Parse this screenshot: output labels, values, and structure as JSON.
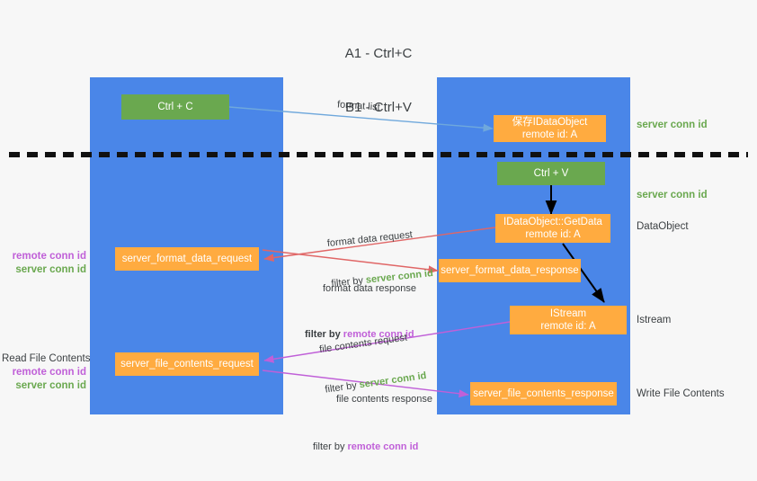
{
  "title": {
    "line1": "A1 - Ctrl+C",
    "line2": "B1 - Ctrl+V"
  },
  "columns": [
    {
      "name": "A1",
      "role": "remote"
    },
    {
      "name": "B1",
      "role": "connection"
    }
  ],
  "colors": {
    "lane": "#4a86e8",
    "green_box": "#6aa84f",
    "orange_box": "#ffab40",
    "server_conn_id": "#6aa84f",
    "remote_conn_id": "#c060d8",
    "arrow_format_list": "#6fa8dc",
    "arrow_format_data": "#e06666",
    "arrow_file_contents": "#c060d8",
    "arrow_internal": "#000000"
  },
  "boxes": {
    "ctrl_c": {
      "label": "Ctrl + C"
    },
    "ctrl_v": {
      "label": "Ctrl + V"
    },
    "save_idataobject": {
      "line1": "保存IDataObject",
      "line2": "remote id: A"
    },
    "getdata": {
      "line1": "IDataObject::GetData",
      "line2": "remote id: A"
    },
    "istream": {
      "line1": "IStream",
      "line2": "remote id: A"
    },
    "server_format_data_request": {
      "label": "server_format_data_request"
    },
    "server_format_data_response": {
      "label": "server_format_data_response"
    },
    "server_file_contents_request": {
      "label": "server_file_contents_request"
    },
    "server_file_contents_response": {
      "label": "server_file_contents_response"
    }
  },
  "right_labels": {
    "top_server_conn_id": "server conn id",
    "paste_server_conn_id": "server conn id",
    "dataobject": "DataObject",
    "istream": "Istream",
    "write_file_contents": "Write File Contents"
  },
  "left_labels": {
    "format_remote_conn_id": "remote conn id",
    "format_server_conn_id": "server conn id",
    "read_file_contents": "Read File Contents",
    "file_remote_conn_id": "remote conn id",
    "file_server_conn_id": "server conn id"
  },
  "captions": {
    "format_list": "format list",
    "format_data_request": {
      "line1": "format data request",
      "prefix": "filter by ",
      "highlight": "server conn id"
    },
    "format_data_response": {
      "line1": "format data response",
      "prefix": "filter by ",
      "highlight": "remote conn id"
    },
    "file_contents_request": {
      "line1": "file contents request",
      "prefix": "filter by ",
      "highlight": "server conn id"
    },
    "file_contents_response": {
      "line1": "file contents response",
      "prefix": "filter by ",
      "highlight": "remote conn id"
    }
  }
}
